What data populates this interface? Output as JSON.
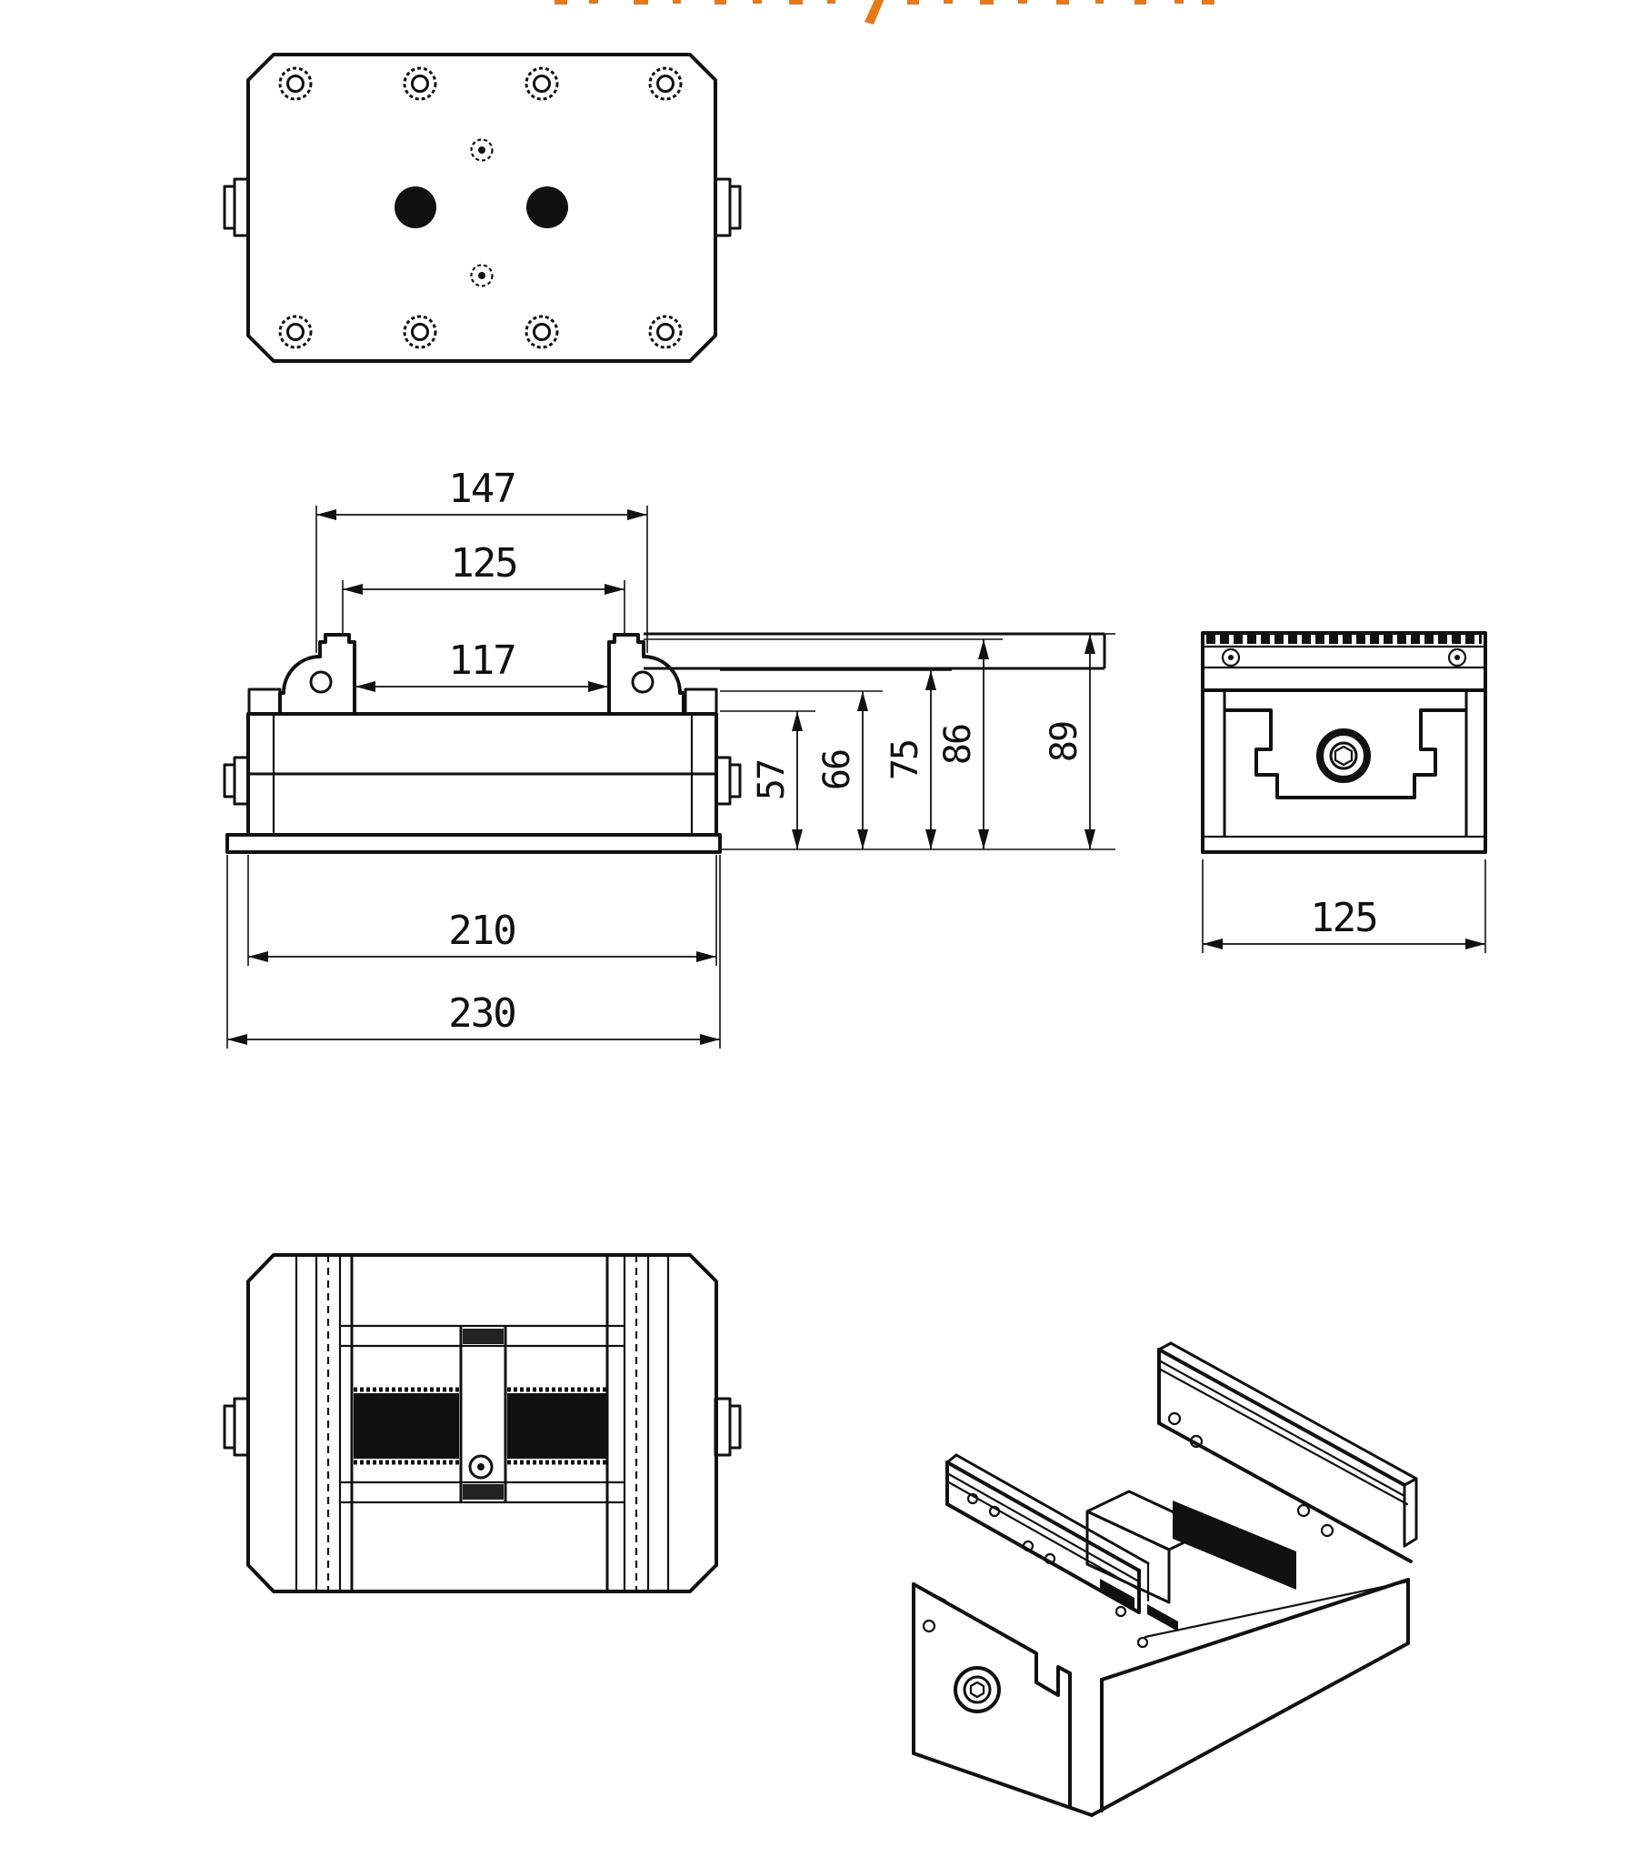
{
  "colors": {
    "line": "#111111",
    "background": "#ffffff",
    "accent_orange": "#E87818"
  },
  "dimensions": {
    "front_top": [
      "147",
      "125",
      "117"
    ],
    "front_right": [
      "57",
      "66",
      "75",
      "86",
      "89"
    ],
    "front_bottom": [
      "210",
      "230"
    ],
    "side_bottom": "125"
  }
}
